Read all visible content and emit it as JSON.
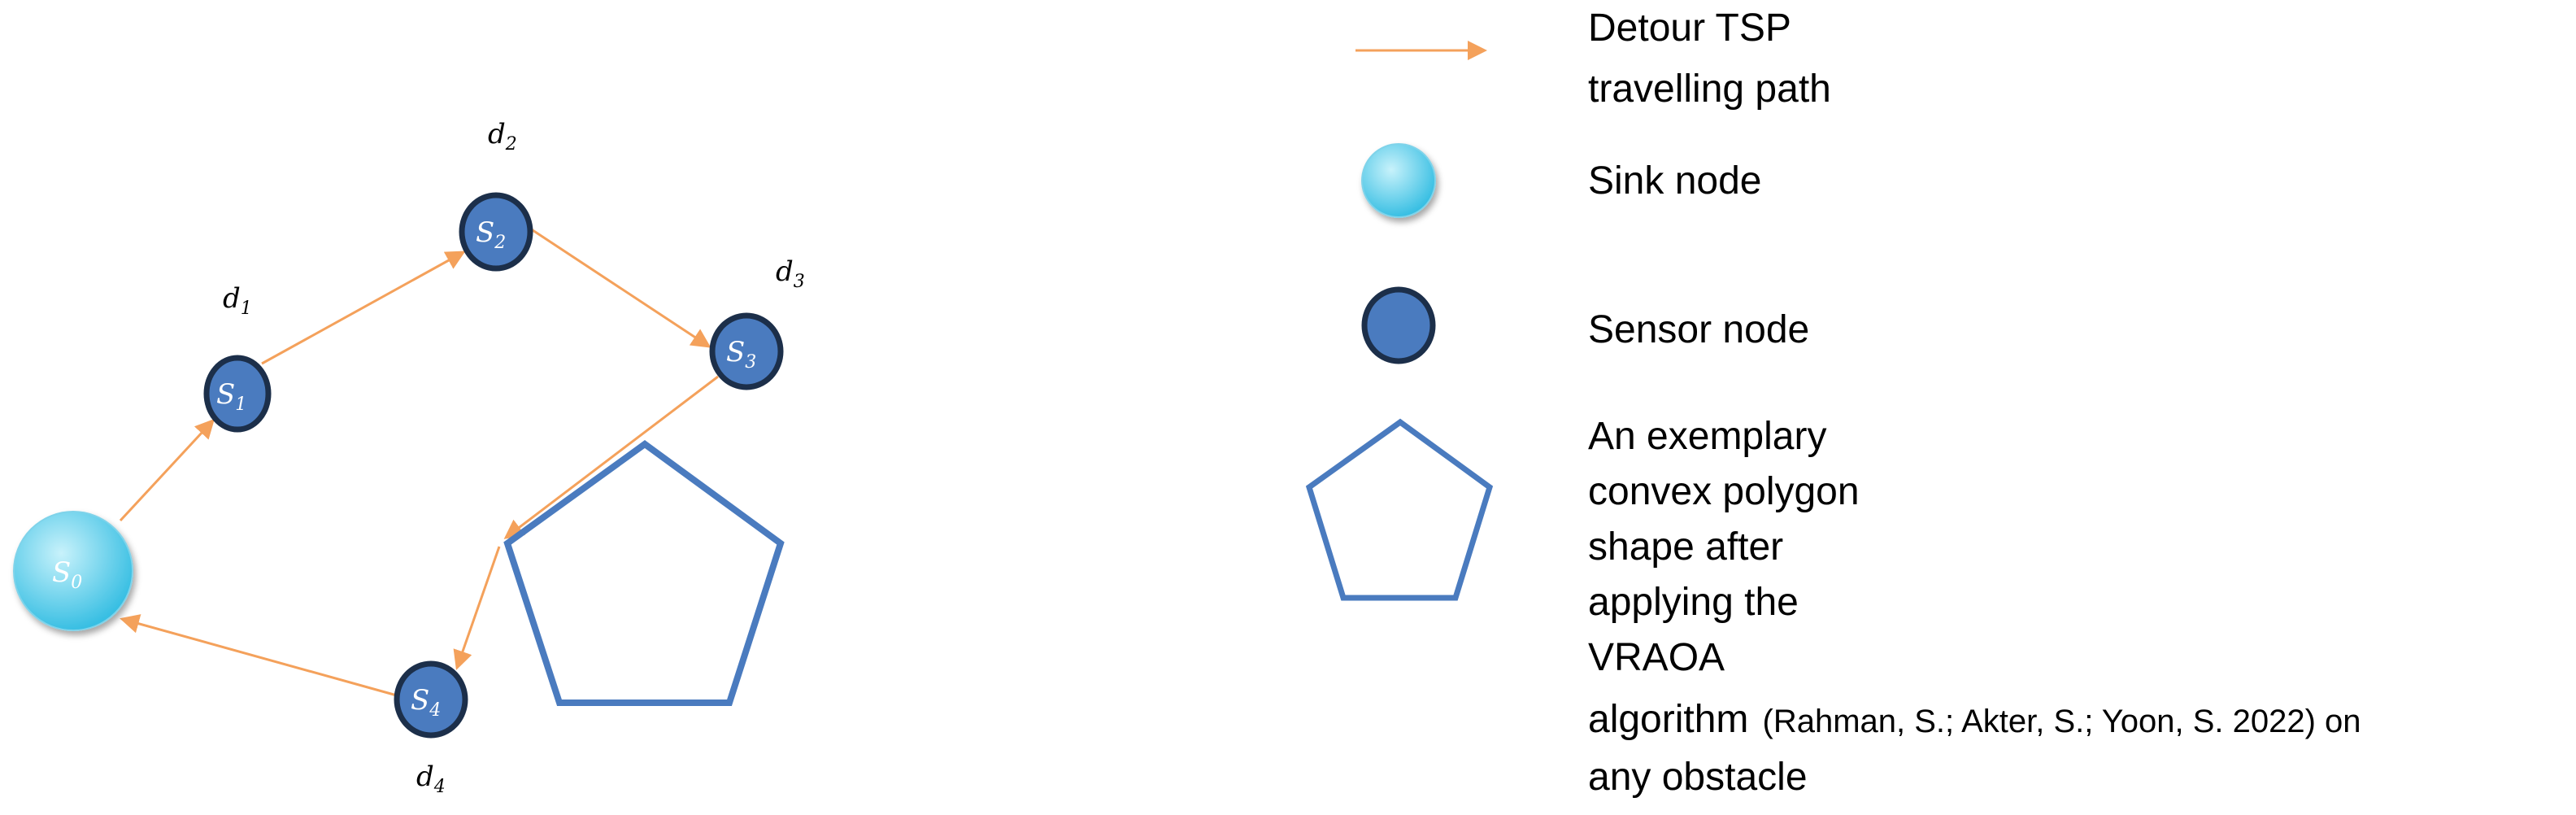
{
  "colors": {
    "path": "#f4a15b",
    "sensor_fill": "#4a7bbf",
    "sensor_stroke": "#1c2f4a",
    "sink_light": "#c8f2fb",
    "sink_dark": "#39bfe3",
    "polygon": "#4a7bbf"
  },
  "nodes": {
    "s0": {
      "base": "S",
      "sub": "0"
    },
    "s1": {
      "base": "S",
      "sub": "1"
    },
    "s2": {
      "base": "S",
      "sub": "2"
    },
    "s3": {
      "base": "S",
      "sub": "3"
    },
    "s4": {
      "base": "S",
      "sub": "4"
    }
  },
  "distances": {
    "d1": {
      "base": "d",
      "sub": "1"
    },
    "d2": {
      "base": "d",
      "sub": "2"
    },
    "d3": {
      "base": "d",
      "sub": "3"
    },
    "d4": {
      "base": "d",
      "sub": "4"
    }
  },
  "legend": {
    "path": {
      "line1": "Detour TSP",
      "line2": "travelling path",
      "icon": "arrow-icon"
    },
    "sink": {
      "label": "Sink node",
      "icon": "sink-node-icon"
    },
    "sensor": {
      "label": "Sensor node",
      "icon": "sensor-node-icon"
    },
    "polygon": {
      "icon": "pentagon-icon",
      "line1": "An exemplary",
      "line2": "convex polygon",
      "line3": "shape after",
      "line4": "applying the",
      "line5": "VRAOA",
      "line6_start": "algorithm",
      "line6_cite": "(Rahman, S.; Akter, S.; Yoon, S. 2022) on",
      "line7": "any obstacle"
    }
  }
}
